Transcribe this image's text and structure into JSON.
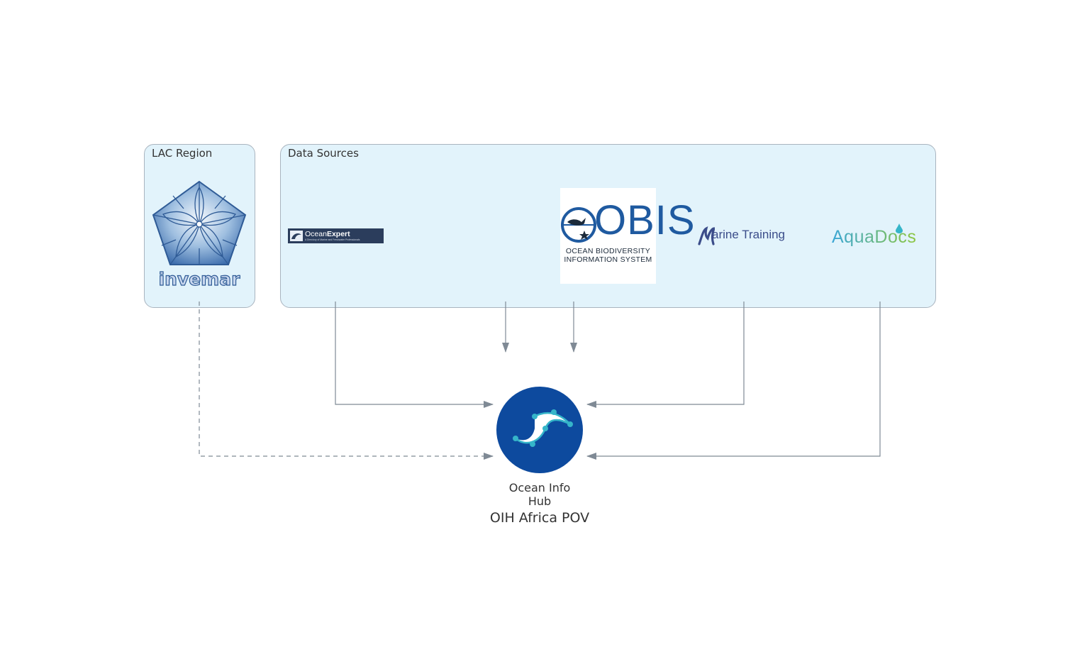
{
  "groups": {
    "lac": {
      "label": "LAC Region"
    },
    "data_sources": {
      "label": "Data Sources"
    }
  },
  "logos": {
    "invemar": {
      "text": "invemar"
    },
    "ocean_expert": {
      "name": "Ocean",
      "name_bold": "Expert",
      "tagline": "A Directory of Marine and Freshwater Professionals"
    },
    "obis": {
      "title": "OBIS",
      "line1": "OCEAN BIODIVERSITY",
      "line2": "INFORMATION SYSTEM"
    },
    "marine_training": {
      "text": "arine Training"
    },
    "aquadocs": {
      "text": "AquaDocs"
    }
  },
  "hub": {
    "name_line1": "Ocean Info",
    "name_line2": "Hub",
    "caption": "OIH Africa POV"
  },
  "colors": {
    "group_fill": "#e2f3fb",
    "group_border": "#a9b4bf",
    "edge": "#7f8a95",
    "hub_blue": "#0d4a9e",
    "hub_teal": "#35b5c9"
  }
}
